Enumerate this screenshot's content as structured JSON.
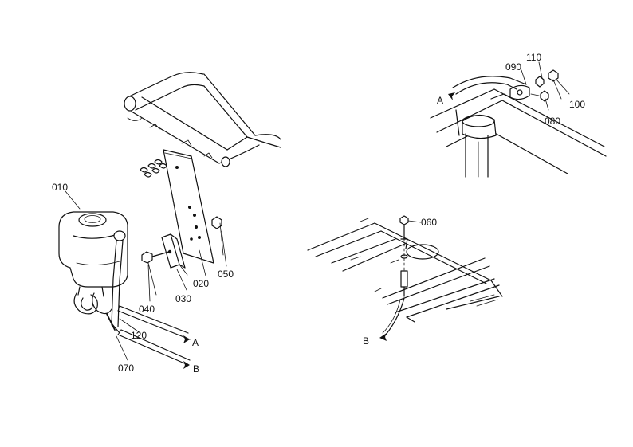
{
  "labels": {
    "p010": "010",
    "p020": "020",
    "p030": "030",
    "p040": "040",
    "p050": "050",
    "p060": "060",
    "p070": "070",
    "p080": "080",
    "p090": "090",
    "p100": "100",
    "p110": "110",
    "p120": "120",
    "refA_left": "A",
    "refB_left": "B",
    "refA_right": "A",
    "refB_right": "B"
  },
  "colors": {
    "ink": "#111111",
    "paper": "#ffffff"
  }
}
